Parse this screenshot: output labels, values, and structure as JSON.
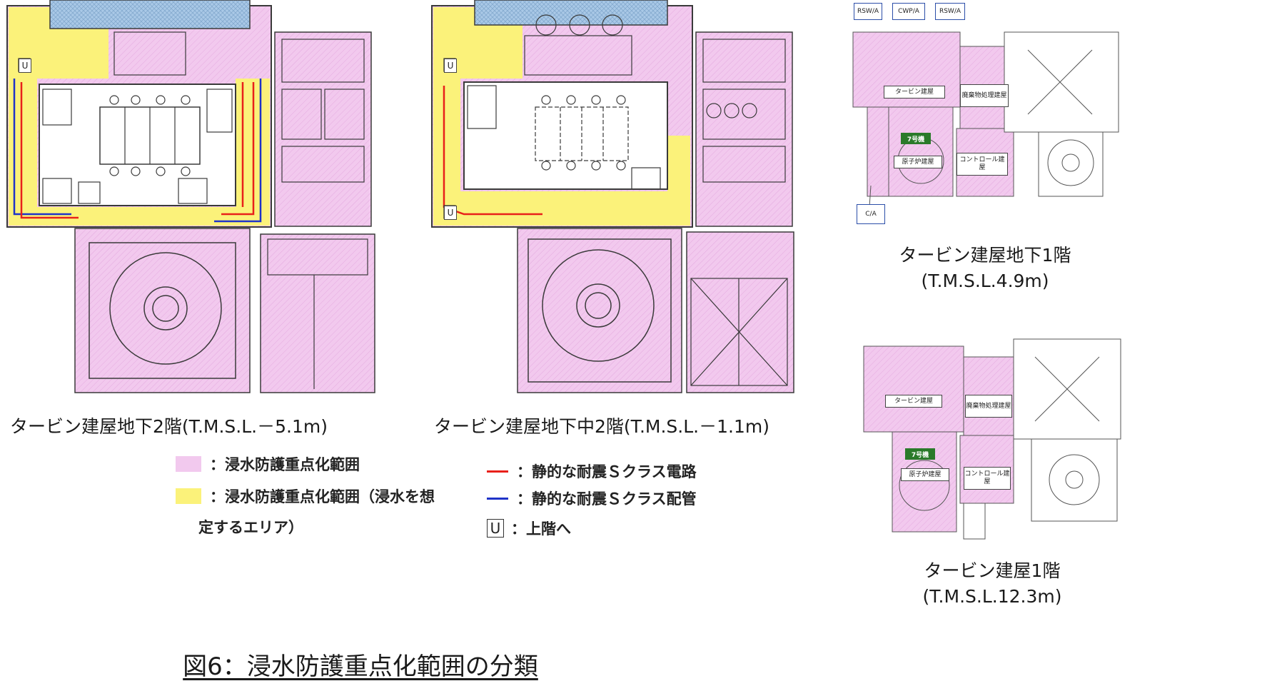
{
  "figure": {
    "title": "図6：浸水防護重点化範囲の分類"
  },
  "plans": {
    "b2": {
      "caption": "タービン建屋地下2階(T.M.S.L.－5.1m)"
    },
    "bm2": {
      "caption": "タービン建屋地下中2階(T.M.S.L.－1.1m)"
    },
    "b1": {
      "caption_line1": "タービン建屋地下1階",
      "caption_line2": "(T.M.S.L.4.9m)"
    },
    "f1": {
      "caption_line1": "タービン建屋1階",
      "caption_line2": "(T.M.S.L.12.3m)"
    }
  },
  "key_map_labels": {
    "rsw_a": "RSW/A",
    "cwp_a": "CWP/A",
    "c_a": "C/A",
    "turbine_building": "タービン建屋",
    "waste_building": "廃棄物処理建屋",
    "unit": "7号機",
    "reactor_building": "原子炉建屋",
    "control_building": "コントロール建屋"
  },
  "plan_markers": {
    "up": "U"
  },
  "legend": {
    "pink_label": "：浸水防護重点化範囲",
    "yellow_label_line1": "：浸水防護重点化範囲（浸水を想",
    "yellow_label_line2": "定するエリア）",
    "red_label": "：静的な耐震Ｓクラス電路",
    "blue_label": "：静的な耐震Ｓクラス配管",
    "u_symbol": "U",
    "u_label": "：上階へ"
  },
  "colors": {
    "pink": "#f2c9ee",
    "yellow": "#fbf27a",
    "red_line": "#e8201a",
    "blue_line": "#1f33c8",
    "wall": "#3a3a3a",
    "water_blue": "#a9c8e6",
    "unit_green": "#2a7a2a"
  }
}
